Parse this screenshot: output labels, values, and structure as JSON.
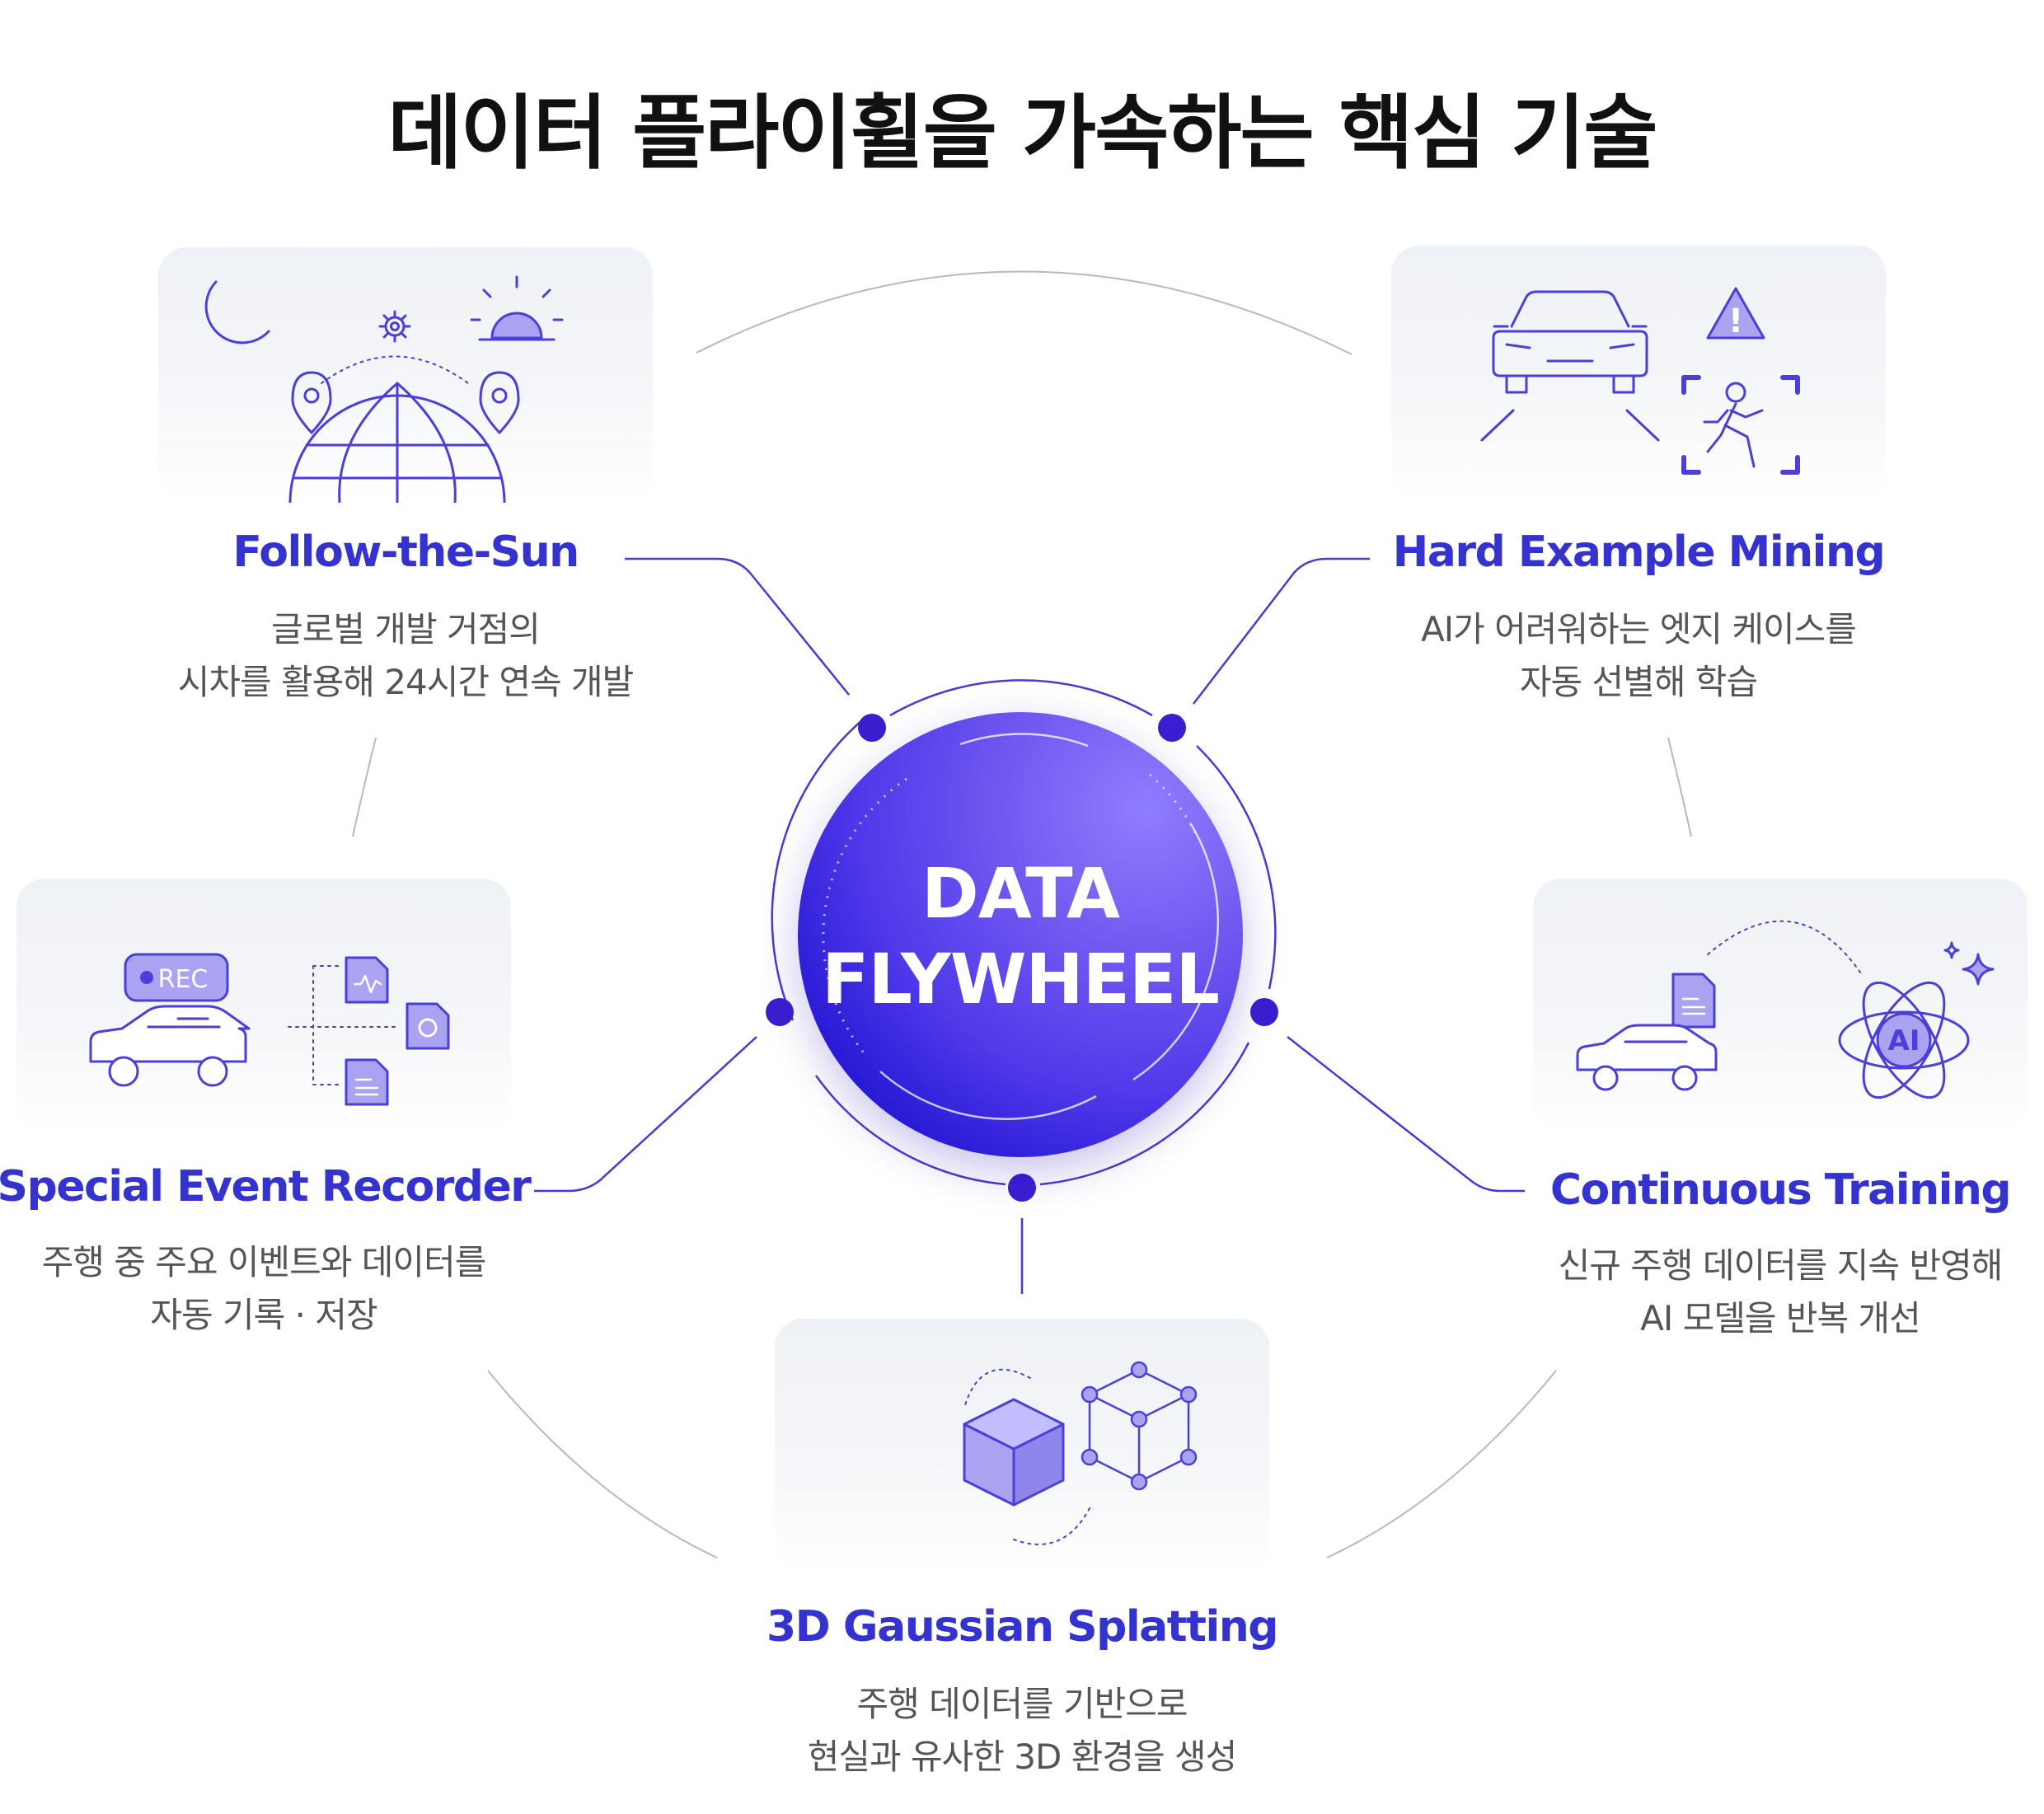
{
  "title": "데이터 플라이휠을 가속하는 핵심 기술",
  "hub": {
    "line1": "DATA",
    "line2": "FLYWHEEL"
  },
  "colors": {
    "accent": "#3533cf",
    "icon_stroke": "#4a3fd8",
    "icon_fill": "#a9a3f2",
    "dot": "#3a1fd0",
    "ring": "#bdbdbd"
  },
  "nodes": {
    "follow_the_sun": {
      "label": "Follow-the-Sun",
      "desc1": "글로벌 개발 거점의",
      "desc2": "시차를 활용해 24시간 연속 개발",
      "icons": [
        "moon-icon",
        "gear-icon",
        "sun-icon",
        "location-pin-icon",
        "globe-icon"
      ]
    },
    "hard_example_mining": {
      "label": "Hard Example Mining",
      "desc1": "AI가 어려워하는 엣지 케이스를",
      "desc2": "자동 선별해 학습",
      "warning_mark": "!",
      "icons": [
        "car-front-icon",
        "warning-icon",
        "pedestrian-detection-icon"
      ]
    },
    "special_event_recorder": {
      "label": "Special Event Recorder",
      "desc1": "주행 중 주요 이벤트와 데이터를",
      "desc2": "자동 기록 · 저장",
      "rec_label": "REC",
      "icons": [
        "rec-badge-icon",
        "car-icon",
        "waveform-file-icon",
        "image-file-icon",
        "document-file-icon"
      ]
    },
    "continuous_training": {
      "label": "Continuous Training",
      "desc1": "신규 주행 데이터를 지속 반영해",
      "desc2": "AI 모델을 반복 개선",
      "ai_label": "AI",
      "icons": [
        "car-icon",
        "document-file-icon",
        "ai-atom-icon",
        "sparkle-icon"
      ]
    },
    "gaussian_splatting": {
      "label": "3D Gaussian Splatting",
      "desc1": "주행 데이터를 기반으로",
      "desc2": "현실과 유사한 3D 환경을 생성",
      "icons": [
        "solid-cube-icon",
        "wireframe-cube-icon"
      ]
    }
  }
}
